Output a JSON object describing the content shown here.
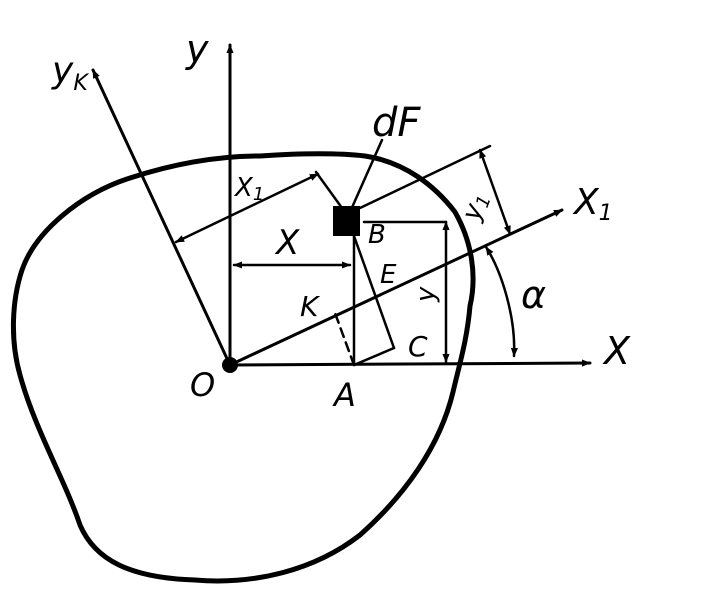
{
  "labels": {
    "y_k": "y",
    "y_k_sub": "K",
    "y": "y",
    "x1_seg": "X",
    "x1_seg_sub": "1",
    "dF": "dF",
    "B": "B",
    "x_seg": "X",
    "E": "E",
    "K": "K",
    "y_seg": "y",
    "C": "C",
    "y1_seg": "y",
    "y1_seg_sub": "1",
    "X1_axis": "X",
    "X1_axis_sub": "1",
    "alpha": "α",
    "O": "O",
    "A": "A",
    "X_axis": "X"
  }
}
